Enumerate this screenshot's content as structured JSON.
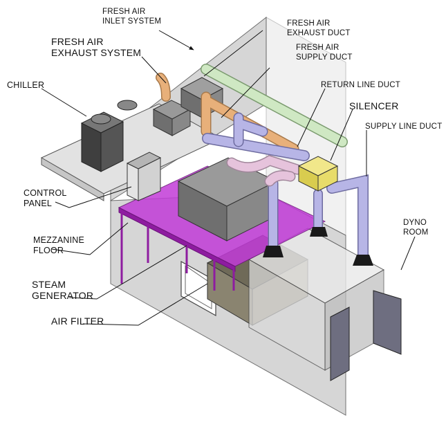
{
  "labels": {
    "fresh_air_inlet_system": [
      "FRESH AIR",
      "INLET SYSTEM"
    ],
    "fresh_air_exhaust_duct": [
      "FRESH AIR",
      "EXHAUST DUCT"
    ],
    "fresh_air_supply_duct": [
      "FRESH AIR",
      "SUPPLY DUCT"
    ],
    "fresh_air_exhaust_system": [
      "FRESH AIR",
      "EXHAUST SYSTEM"
    ],
    "chiller": "CHILLER",
    "return_line_duct": "RETURN LINE DUCT",
    "silencer": "SILENCER",
    "supply_line_duct": "SUPPLY LINE DUCT",
    "control_panel": [
      "CONTROL",
      "PANEL"
    ],
    "mezzanine_floor": [
      "MEZZANINE",
      "FLOOR"
    ],
    "steam_generator": [
      "STEAM",
      "GENERATOR"
    ],
    "air_filter": "AIR FILTER",
    "dyno_room": [
      "DYNO",
      "ROOM"
    ]
  },
  "colors": {
    "mezzanine": "#c23bd8",
    "supply_duct_green": "#cfe8c3",
    "exhaust_duct_orange": "#e8b07a",
    "return_duct_pink": "#e6c3dc",
    "main_duct_lavender": "#b7b5e6",
    "silencer_yellow": "#e8dc6a",
    "wall_gray": "#d4d4d4",
    "equipment_dark": "#4a4a4a"
  }
}
